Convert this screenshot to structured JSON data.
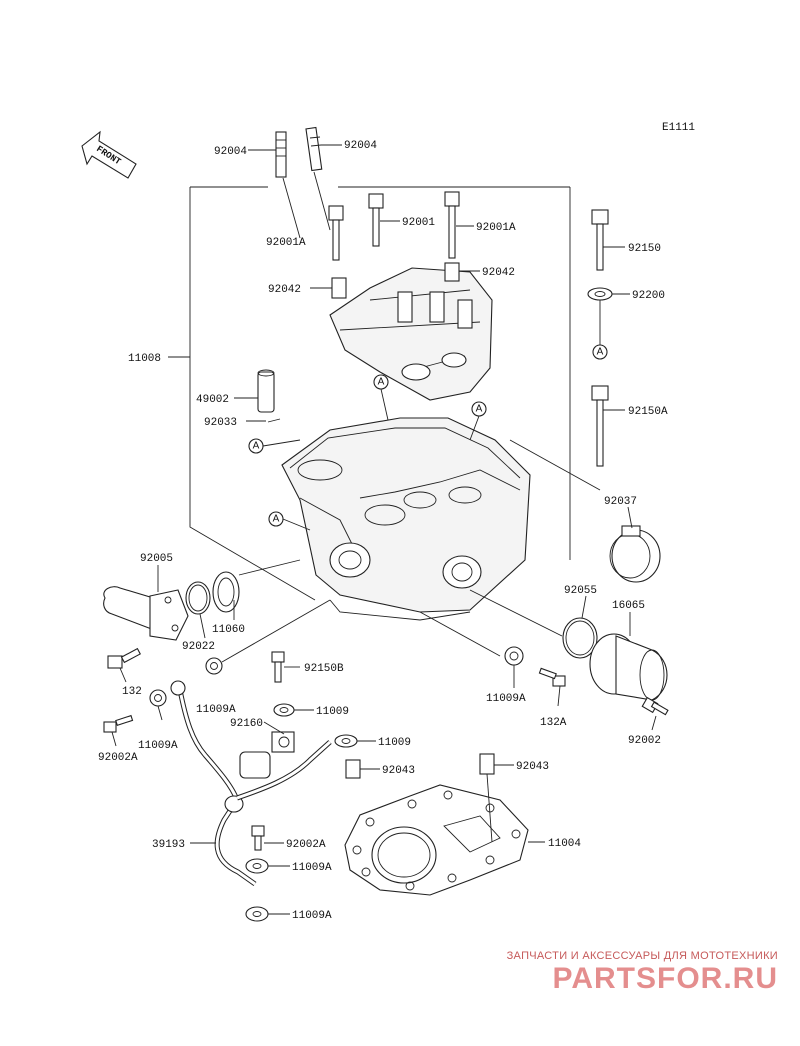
{
  "diagram_code": "E1111",
  "front_label": "FRONT",
  "ref_mark": "A",
  "parts": {
    "p92004_l": "92004",
    "p92004_r": "92004",
    "p92001a_l": "92001A",
    "p92001": "92001",
    "p92001a_r": "92001A",
    "p92042_r": "92042",
    "p92042_l": "92042",
    "p92150": "92150",
    "p92200": "92200",
    "p11008": "11008",
    "p49002": "49002",
    "p92033": "92033",
    "p92150a": "92150A",
    "p92037": "92037",
    "p92005": "92005",
    "p11060": "11060",
    "p92022": "92022",
    "p92055": "92055",
    "p16065": "16065",
    "p92150b": "92150B",
    "p132": "132",
    "p11009a_r": "11009A",
    "p132a": "132A",
    "p92002": "92002",
    "p11009a_t": "11009A",
    "p11009_1": "11009",
    "p92160": "92160",
    "p11009a_b": "11009A",
    "p92002a_l": "92002A",
    "p11009_2": "11009",
    "p92043_l": "92043",
    "p92043_r": "92043",
    "p11004": "11004",
    "p39193": "39193",
    "p92002a_b": "92002A",
    "p11009a_c": "11009A",
    "p11009a_d": "11009A"
  },
  "watermark": {
    "tagline": "ЗАПЧАСТИ И АКСЕССУАРЫ ДЛЯ МОТОТЕХНИКИ",
    "logo": "PARTSFOR.RU",
    "color": "#e07b7b"
  }
}
